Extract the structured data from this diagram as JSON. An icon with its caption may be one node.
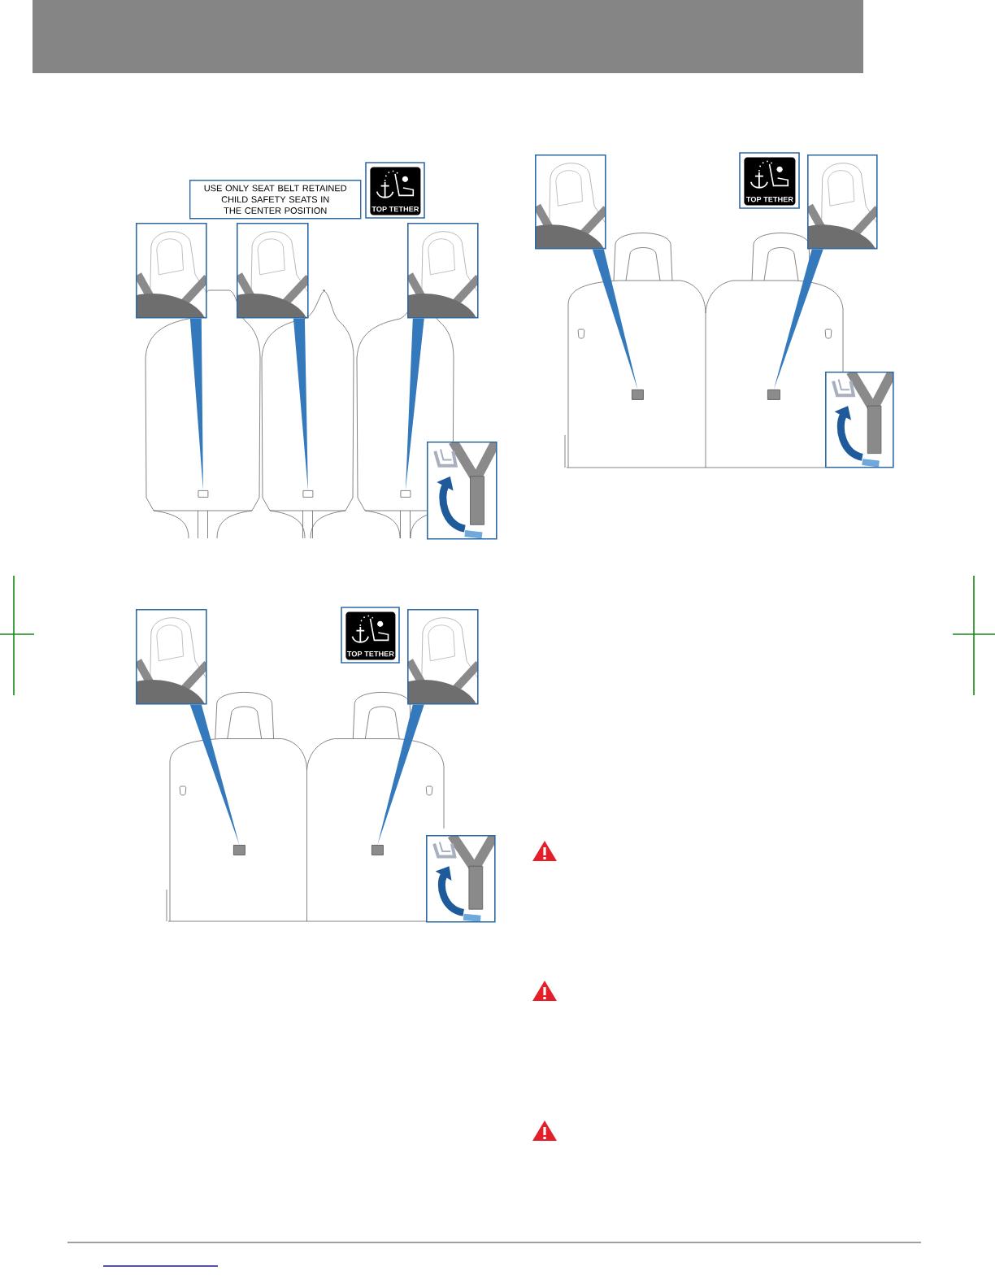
{
  "diagram": {
    "nodes": [
      {
        "text": [
          "USE ONLY SEAT BELT RETAINED CHILD SAFETY SEATS IN THE CENTER POSITION"
        ]
      },
      {
        "text": [
          "TOP TETHER"
        ]
      },
      {
        "text": [],
        "shape": "picture"
      },
      {
        "text": [],
        "shape": "picture"
      },
      {
        "text": [],
        "shape": "picture"
      },
      {
        "text": [],
        "shape": "picture"
      },
      {
        "text": [
          "TOP TETHER"
        ]
      },
      {
        "text": [],
        "shape": "picture"
      },
      {
        "text": [],
        "shape": "box"
      },
      {
        "text": [],
        "shape": "box"
      },
      {
        "text": [],
        "shape": "picture"
      },
      {
        "text": [
          "TOP TETHER"
        ]
      },
      {
        "text": [],
        "shape": "picture"
      },
      {
        "text": [],
        "shape": "box"
      },
      {
        "text": [],
        "shape": "box"
      },
      {
        "text": [],
        "shape": "box"
      },
      {
        "text": [],
        "shape": "box"
      },
      {
        "text": [],
        "shape": "box"
      },
      {
        "text": [],
        "shape": "picture"
      },
      {
        "text": [],
        "shape": "picture"
      },
      {
        "text": [],
        "shape": "picture"
      }
    ],
    "edges": [
      {
        "from": 2,
        "to": 15,
        "arrow": "none"
      },
      {
        "from": 3,
        "to": 16,
        "arrow": "none"
      },
      {
        "from": 4,
        "to": 17,
        "arrow": "none"
      },
      {
        "from": 5,
        "to": 8,
        "arrow": "none"
      },
      {
        "from": 7,
        "to": 9,
        "arrow": "none"
      },
      {
        "from": 10,
        "to": 13,
        "arrow": "none"
      },
      {
        "from": 12,
        "to": 14,
        "arrow": "none"
      }
    ]
  }
}
